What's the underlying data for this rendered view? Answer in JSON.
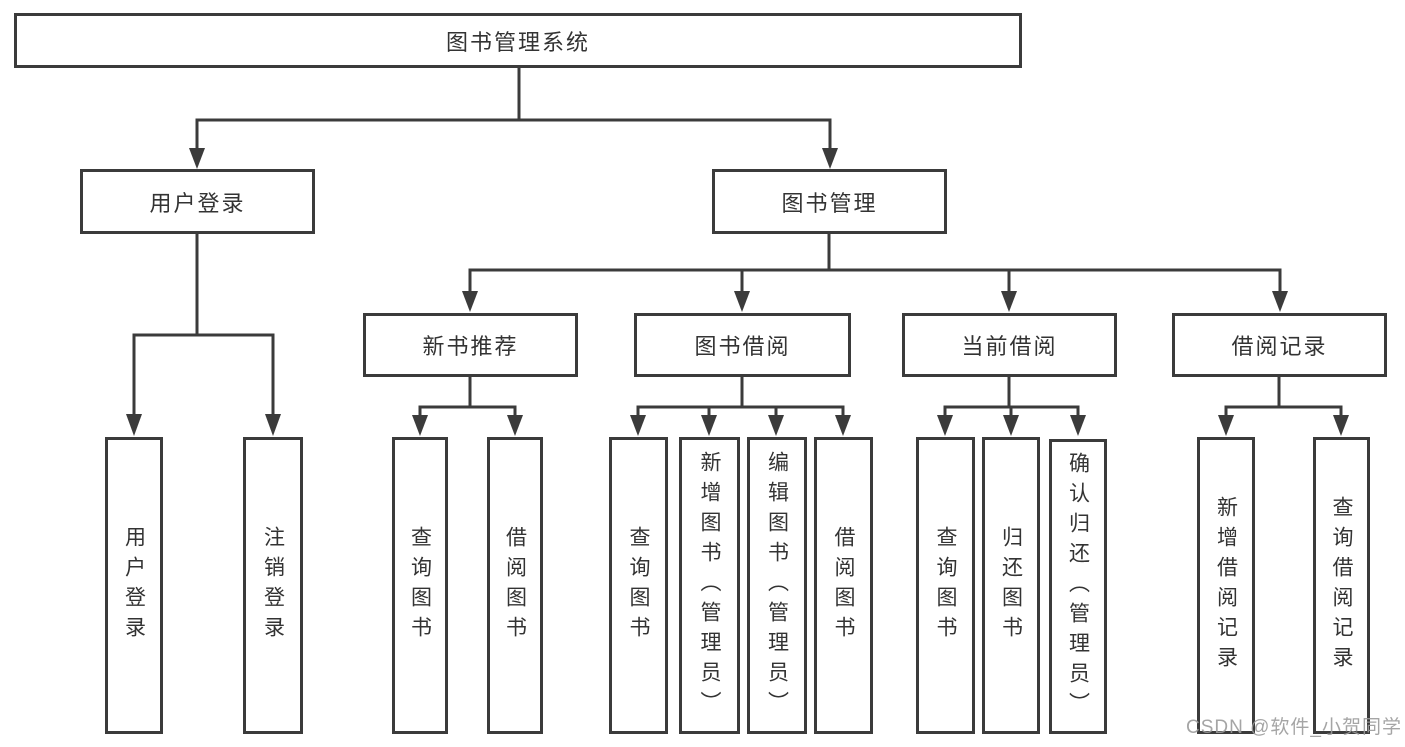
{
  "diagram": {
    "root": {
      "label": "图书管理系统"
    },
    "branches": [
      {
        "label": "用户登录",
        "children": [
          {
            "label": "用户登录"
          },
          {
            "label": "注销登录"
          }
        ]
      },
      {
        "label": "图书管理",
        "children": [
          {
            "label": "新书推荐",
            "children": [
              {
                "label": "查询图书"
              },
              {
                "label": "借阅图书"
              }
            ]
          },
          {
            "label": "图书借阅",
            "children": [
              {
                "label": "查询图书"
              },
              {
                "label": "新增图书（管理员）"
              },
              {
                "label": "编辑图书（管理员）"
              },
              {
                "label": "借阅图书"
              }
            ]
          },
          {
            "label": "当前借阅",
            "children": [
              {
                "label": "查询图书"
              },
              {
                "label": "归还图书"
              },
              {
                "label": "确认归还（管理员）"
              }
            ]
          },
          {
            "label": "借阅记录",
            "children": [
              {
                "label": "新增借阅记录"
              },
              {
                "label": "查询借阅记录"
              }
            ]
          }
        ]
      }
    ]
  },
  "watermark": {
    "text": "CSDN @软件_小贺同学"
  },
  "colors": {
    "line": "#3b3b3b",
    "text": "#333333",
    "watermark": "#9c9c9c"
  }
}
